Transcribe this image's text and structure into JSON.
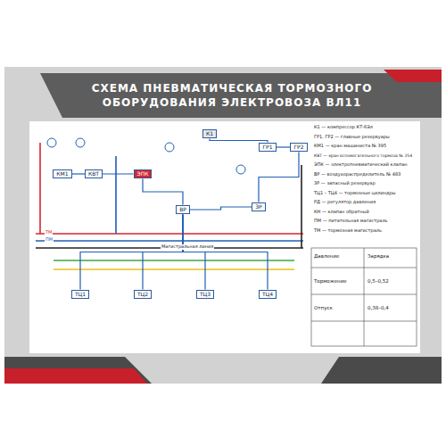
{
  "diagram": {
    "title": "СХЕМА ПНЕВМАТИЧЕСКАЯ ТОРМОЗНОГО ОБОРУДОВАНИЯ ЭЛЕКТРОВОЗА ВЛ11",
    "nodes": [
      {
        "text": [
          "К1"
        ]
      },
      {
        "text": [
          "ГР1"
        ]
      },
      {
        "text": [
          "ГР2"
        ]
      },
      {
        "text": [
          "КМ1"
        ]
      },
      {
        "text": [
          "КВТ"
        ]
      },
      {
        "text": [
          "ЭПК"
        ]
      },
      {
        "text": [
          "ВР"
        ]
      },
      {
        "text": [
          "ТЦ1"
        ]
      },
      {
        "text": [
          "ТЦ2"
        ]
      },
      {
        "text": [
          "ТЦ3"
        ]
      },
      {
        "text": [
          "ТЦ4"
        ]
      },
      {
        "text": [
          "ЗР"
        ]
      }
    ],
    "edges": [
      {
        "from": 0,
        "to": 1,
        "arrow": "none"
      },
      {
        "from": 1,
        "to": 2,
        "arrow": "none"
      },
      {
        "from": 2,
        "to": 11,
        "arrow": "none"
      },
      {
        "from": 3,
        "to": 4,
        "arrow": "none"
      },
      {
        "from": 4,
        "to": 5,
        "arrow": "none"
      },
      {
        "from": 5,
        "to": 6,
        "arrow": "none"
      },
      {
        "from": 6,
        "to": 11,
        "arrow": "none"
      },
      {
        "from": 6,
        "to": 7,
        "arrow": "none"
      },
      {
        "from": 6,
        "to": 8,
        "arrow": "none"
      },
      {
        "from": 6,
        "to": 9,
        "arrow": "none"
      },
      {
        "from": 6,
        "to": 10,
        "arrow": "none"
      }
    ],
    "labels": [
      "К1 — компрессор КТ-6Эл",
      "ГР1, ГР2 — главные резервуары",
      "КМ1 — кран машиниста № 395",
      "КВТ — кран вспомогательного тормоза № 254",
      "ЭПК — электропневматический клапан",
      "ВР — воздухораспределитель № 483",
      "ЗР — запасный резервуар",
      "ТЦ1 – ТЦ4 — тормозные цилиндры",
      "РД — регулятор давления",
      "КН — клапан обратный",
      "ПМ — питательная магистраль",
      "ТМ — тормозная магистраль",
      "Давление",
      "Зарядка",
      "Торможение",
      "Отпуск",
      "0,5–0,52",
      "0,38–0,4",
      "ТМ",
      "ПМ",
      "Магистральная линия"
    ]
  }
}
